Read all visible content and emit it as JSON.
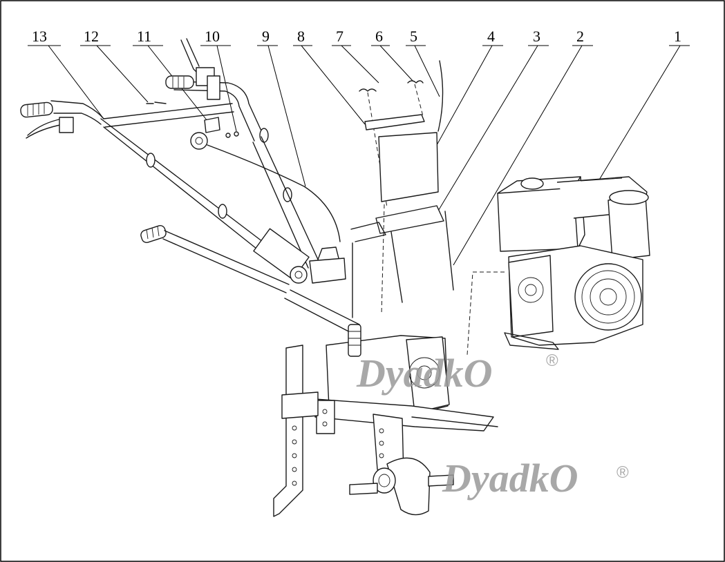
{
  "callouts": [
    {
      "label": "13"
    },
    {
      "label": "12"
    },
    {
      "label": "11"
    },
    {
      "label": "10"
    },
    {
      "label": "9"
    },
    {
      "label": "8"
    },
    {
      "label": "7"
    },
    {
      "label": "6"
    },
    {
      "label": "5"
    },
    {
      "label": "4"
    },
    {
      "label": "3"
    },
    {
      "label": "2"
    },
    {
      "label": "1"
    }
  ],
  "watermark": {
    "text": "DyadkO",
    "mark": "®",
    "color": "#9a9a9a"
  }
}
